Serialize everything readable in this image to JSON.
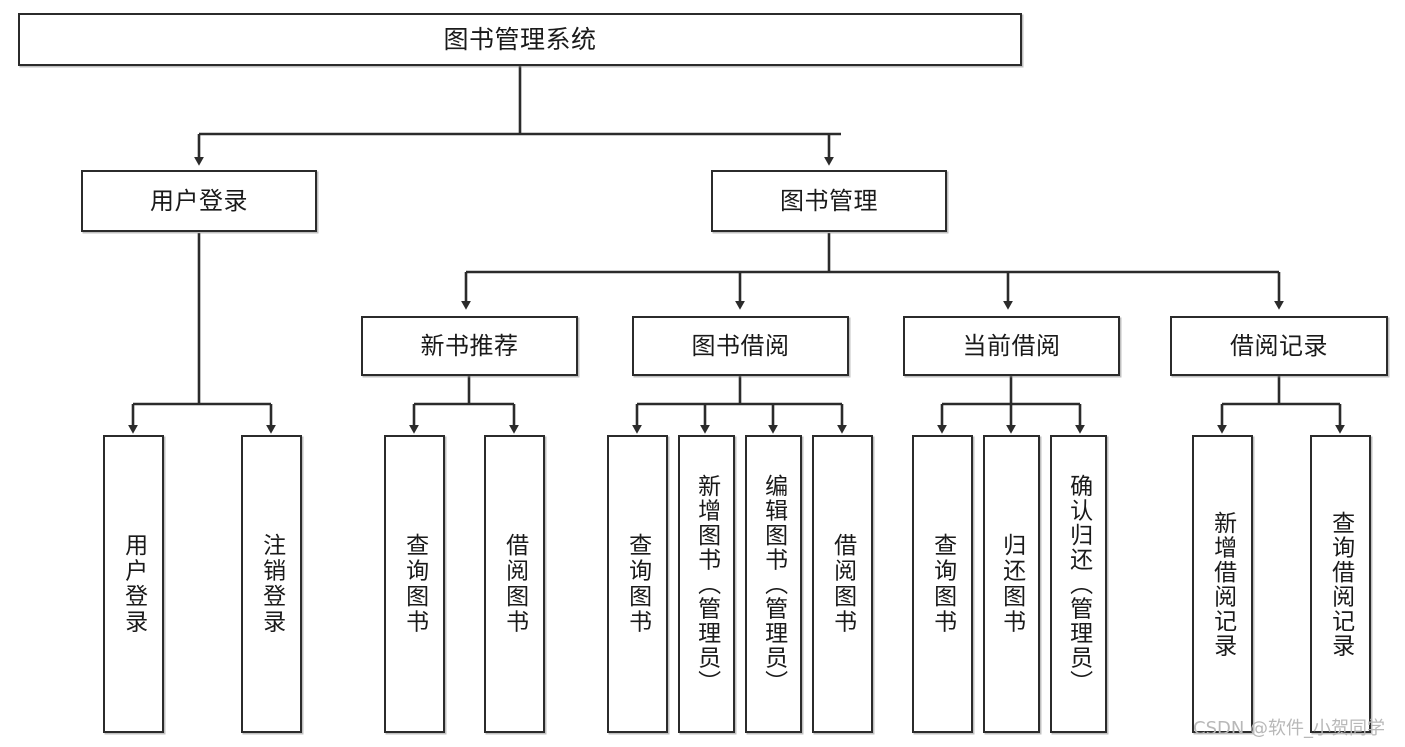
{
  "diagram": {
    "type": "tree",
    "title": "图书管理系统",
    "watermark": "CSDN @软件_小贺同学",
    "colors": {
      "border": "#2b2b2b",
      "background": "#ffffff",
      "text": "#1a1a1a",
      "watermark": "#b8b8b8"
    },
    "nodes": {
      "root": {
        "label": "图书管理系统"
      },
      "level2": [
        {
          "id": "user-login",
          "label": "用户登录"
        },
        {
          "id": "book-manage",
          "label": "图书管理"
        }
      ],
      "level3": [
        {
          "id": "new-book-rec",
          "label": "新书推荐"
        },
        {
          "id": "book-borrow",
          "label": "图书借阅"
        },
        {
          "id": "current-borrow",
          "label": "当前借阅"
        },
        {
          "id": "borrow-record",
          "label": "借阅记录"
        }
      ],
      "leaves": [
        {
          "id": "leaf-user-login",
          "label": "用户登录",
          "parent": "user-login"
        },
        {
          "id": "leaf-logout",
          "label": "注销登录",
          "parent": "user-login"
        },
        {
          "id": "leaf-query-book-1",
          "label": "查询图书",
          "parent": "new-book-rec"
        },
        {
          "id": "leaf-borrow-book-1",
          "label": "借阅图书",
          "parent": "new-book-rec"
        },
        {
          "id": "leaf-query-book-2",
          "label": "查询图书",
          "parent": "book-borrow"
        },
        {
          "id": "leaf-add-book",
          "label": "新增图书（管理员）",
          "parent": "book-borrow"
        },
        {
          "id": "leaf-edit-book",
          "label": "编辑图书（管理员）",
          "parent": "book-borrow"
        },
        {
          "id": "leaf-borrow-book-2",
          "label": "借阅图书",
          "parent": "book-borrow"
        },
        {
          "id": "leaf-query-book-3",
          "label": "查询图书",
          "parent": "current-borrow"
        },
        {
          "id": "leaf-return-book",
          "label": "归还图书",
          "parent": "current-borrow"
        },
        {
          "id": "leaf-confirm-return",
          "label": "确认归还（管理员）",
          "parent": "current-borrow"
        },
        {
          "id": "leaf-add-record",
          "label": "新增借阅记录",
          "parent": "borrow-record"
        },
        {
          "id": "leaf-query-record",
          "label": "查询借阅记录",
          "parent": "borrow-record"
        }
      ]
    }
  }
}
